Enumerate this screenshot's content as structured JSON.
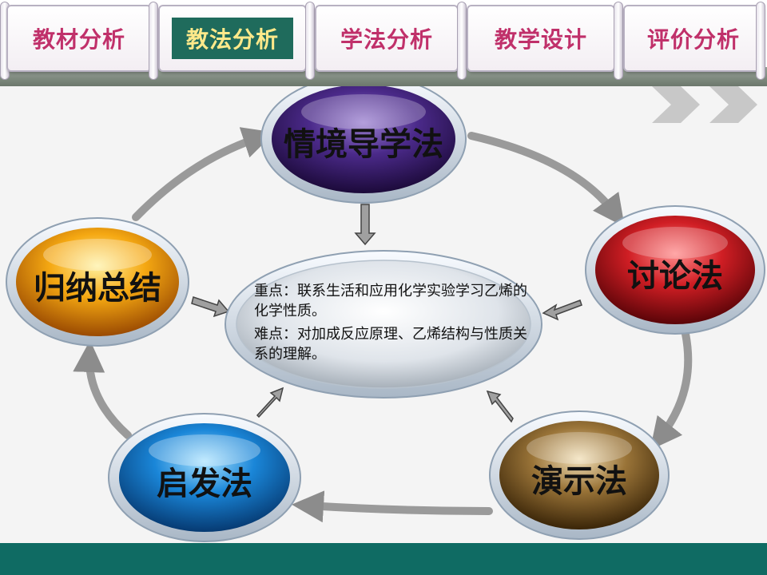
{
  "nav": {
    "tabs": [
      {
        "label": "教材分析",
        "active": false
      },
      {
        "label": "教法分析",
        "active": true
      },
      {
        "label": "学法分析",
        "active": false
      },
      {
        "label": "教学设计",
        "active": false
      },
      {
        "label": "评价分析",
        "active": false
      }
    ]
  },
  "cycle": {
    "nodes": [
      {
        "label": "情境导学法",
        "color": "#3b1d6a"
      },
      {
        "label": "讨论法",
        "color": "#b3121a"
      },
      {
        "label": "演示法",
        "color": "#6a4a1c"
      },
      {
        "label": "启发法",
        "color": "#1a76c8"
      },
      {
        "label": "归纳总结",
        "color": "#f0a010"
      }
    ],
    "center": {
      "key_points": "重点：联系生活和应用化学实验学习乙烯的化学性质。",
      "difficult_points": "难点：对加成反应原理、乙烯结构与性质关系的理解。"
    }
  },
  "colors": {
    "footer": "#0f6b63",
    "tab_text": "#c0306a",
    "active_tab_bg": "#1f6b5c",
    "active_tab_text": "#ffe98a"
  }
}
